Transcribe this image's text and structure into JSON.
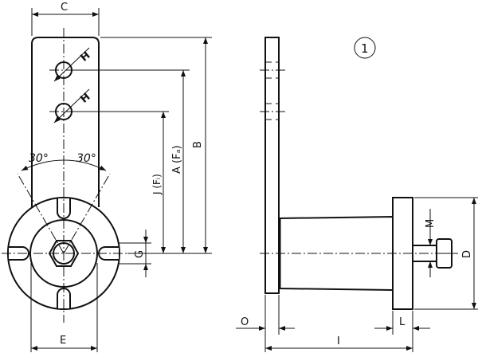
{
  "labels": {
    "C": "C",
    "H1": "H",
    "H2": "H",
    "B": "B",
    "A": "A (Fₐ)",
    "J": "J (Fᵢ)",
    "angle_left": "30°",
    "angle_right": "30°",
    "G": "G",
    "E": "E",
    "view_number": "1",
    "M": "M",
    "D": "D",
    "O": "O",
    "L": "L",
    "I": "I"
  }
}
